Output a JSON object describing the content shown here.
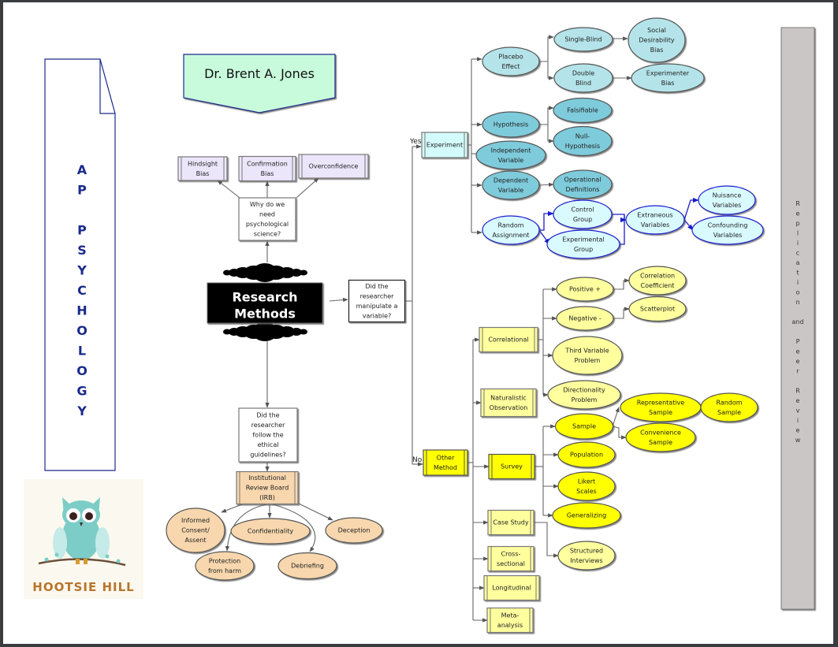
{
  "title": "Dr. Brent A. Jones",
  "side_banner": {
    "letters": [
      "A",
      "P",
      "",
      "P",
      "S",
      "Y",
      "C",
      "H",
      "O",
      "L",
      "O",
      "G",
      "Y"
    ]
  },
  "right_rail": {
    "text": [
      "R",
      "e",
      "p",
      "l",
      "i",
      "c",
      "a",
      "t",
      "i",
      "o",
      "n",
      "",
      "and",
      "",
      "P",
      "e",
      "e",
      "r",
      "",
      "R",
      "e",
      "v",
      "i",
      "e",
      "w"
    ]
  },
  "logo": {
    "name": "HOOTSIE HILL"
  },
  "center": {
    "label_line1": "Research",
    "label_line2": "Methods"
  },
  "branch_labels": {
    "yes": "Yes",
    "no": "No"
  },
  "colors": {
    "lavender": "#ece6fb",
    "mint": "#c8fbdc",
    "peach": "#f8d7ae",
    "light_cyan": "#d4fbfb",
    "cyan_light": "#b4e4ea",
    "cyan_mid": "#7ecbdb",
    "pale_cyan_blue": "#d9fbff",
    "pale_yellow": "#ffff9e",
    "bright_yellow": "#ffff00",
    "rail_gray": "#cbc6c6",
    "blue_edge": "#1c1ccc"
  },
  "nodes": {
    "why_science": {
      "lines": [
        "Why do we",
        "need",
        "psychological",
        "science?"
      ]
    },
    "hindsight": {
      "lines": [
        "Hindsight",
        "Bias"
      ]
    },
    "confirmation": {
      "lines": [
        "Confirmation",
        "Bias"
      ]
    },
    "overconfidence": {
      "lines": [
        "Overconfidence"
      ]
    },
    "manipulate": {
      "lines": [
        "Did the",
        "researcher",
        "manipulate a",
        "variable?"
      ]
    },
    "ethics": {
      "lines": [
        "Did the",
        "researcher",
        "follow the",
        "ethical",
        "guidelines?"
      ]
    },
    "irb": {
      "lines": [
        "Institutional",
        "Review Board",
        "(IRB)"
      ]
    },
    "informed": {
      "lines": [
        "Informed",
        "Consent/",
        "Assent"
      ]
    },
    "confidentiality": {
      "lines": [
        "Confidentiality"
      ]
    },
    "deception": {
      "lines": [
        "Deception"
      ]
    },
    "protection": {
      "lines": [
        "Protection",
        "from harm"
      ]
    },
    "debriefing": {
      "lines": [
        "Debriefing"
      ]
    },
    "experiment": {
      "lines": [
        "Experiment"
      ]
    },
    "placebo": {
      "lines": [
        "Placebo",
        "Effect"
      ]
    },
    "single_blind": {
      "lines": [
        "Single-Blind"
      ]
    },
    "double_blind": {
      "lines": [
        "Double",
        "Blind"
      ]
    },
    "social_des": {
      "lines": [
        "Social",
        "Desirability",
        "Bias"
      ]
    },
    "exp_bias": {
      "lines": [
        "Experimenter",
        "Bias"
      ]
    },
    "hypothesis": {
      "lines": [
        "Hypothesis"
      ]
    },
    "falsifiable": {
      "lines": [
        "Falsifiable"
      ]
    },
    "null_hyp": {
      "lines": [
        "Null-",
        "Hypothesis"
      ]
    },
    "indep_var": {
      "lines": [
        "Independent",
        "Variable"
      ]
    },
    "dep_var": {
      "lines": [
        "Dependent",
        "Variable"
      ]
    },
    "op_def": {
      "lines": [
        "Operational",
        "Definitions"
      ]
    },
    "random_assign": {
      "lines": [
        "Random",
        "Assignment"
      ]
    },
    "control_group": {
      "lines": [
        "Control",
        "Group"
      ]
    },
    "exp_group": {
      "lines": [
        "Experimental",
        "Group"
      ]
    },
    "extraneous": {
      "lines": [
        "Extraneous",
        "Variables"
      ]
    },
    "nuisance": {
      "lines": [
        "Nuisance",
        "Variables"
      ]
    },
    "confounding": {
      "lines": [
        "Confounding",
        "Variables"
      ]
    },
    "other_method": {
      "lines": [
        "Other",
        "Method"
      ]
    },
    "correlational": {
      "lines": [
        "Correlational"
      ]
    },
    "positive": {
      "lines": [
        "Positive +"
      ]
    },
    "negative": {
      "lines": [
        "Negative -"
      ]
    },
    "corr_coef": {
      "lines": [
        "Correlation",
        "Coefficient"
      ]
    },
    "scatterplot": {
      "lines": [
        "Scatterplot"
      ]
    },
    "third_var": {
      "lines": [
        "Third Variable",
        "Problem"
      ]
    },
    "directionality": {
      "lines": [
        "Directionality",
        "Problem"
      ]
    },
    "naturalistic": {
      "lines": [
        "Naturalistic",
        "Observation"
      ]
    },
    "survey": {
      "lines": [
        "Survey"
      ]
    },
    "sample": {
      "lines": [
        "Sample"
      ]
    },
    "rep_sample": {
      "lines": [
        "Representative",
        "Sample"
      ]
    },
    "random_sample": {
      "lines": [
        "Random",
        "Sample"
      ]
    },
    "conv_sample": {
      "lines": [
        "Convenience",
        "Sample"
      ]
    },
    "population": {
      "lines": [
        "Population"
      ]
    },
    "likert": {
      "lines": [
        "Likert",
        "Scales"
      ]
    },
    "generalizing": {
      "lines": [
        "Generalizing"
      ]
    },
    "case_study": {
      "lines": [
        "Case Study"
      ]
    },
    "structured": {
      "lines": [
        "Structured",
        "Interviews"
      ]
    },
    "cross_sectional": {
      "lines": [
        "Cross-",
        "sectional"
      ]
    },
    "longitudinal": {
      "lines": [
        "Longitudinal"
      ]
    },
    "meta": {
      "lines": [
        "Meta-",
        "analysis"
      ]
    }
  }
}
